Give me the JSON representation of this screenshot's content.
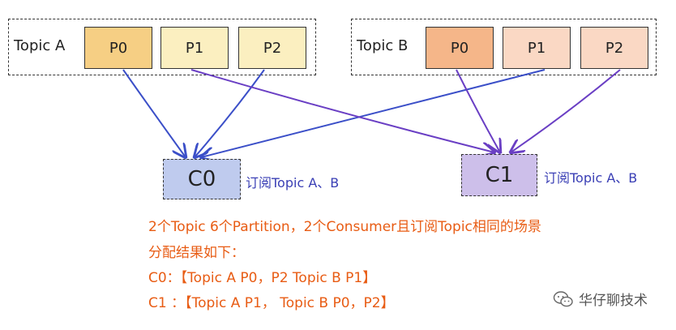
{
  "topic_a": {
    "label": "Topic A",
    "partitions": [
      "P0",
      "P1",
      "P2"
    ]
  },
  "topic_b": {
    "label": "Topic B",
    "partitions": [
      "P0",
      "P1",
      "P2"
    ]
  },
  "consumers": [
    {
      "name": "C0",
      "subscription": "订阅Topic A、B"
    },
    {
      "name": "C1",
      "subscription": "订阅Topic A、B"
    }
  ],
  "description": {
    "line1": "2个Topic 6个Partition，2个Consumer且订阅Topic相同的场景",
    "line2": "分配结果如下：",
    "line3": "C0：【Topic A P0，P2  Topic B P1】",
    "line4": "C1 ：【Topic A P1，  Topic B P0，P2】"
  },
  "watermark": {
    "text": "华仔聊技术",
    "icon": "wechat-icon"
  },
  "colors": {
    "arrow_blue": "#3b4fc8",
    "arrow_purple": "#6a3fc4",
    "text_orange": "#e85c14"
  }
}
